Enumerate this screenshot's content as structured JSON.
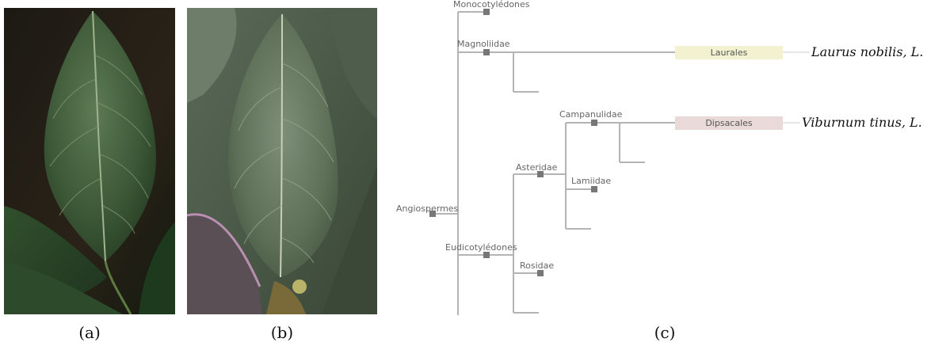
{
  "panels": {
    "a": {
      "caption": "(a)"
    },
    "b": {
      "caption": "(b)"
    },
    "c": {
      "caption": "(c)"
    }
  },
  "tree": {
    "nodes": {
      "angiospermes": "Angiospermes",
      "monocotyledones": "Monocotylédones",
      "magnoliidae": "Magnoliidae",
      "eudicotyledones": "Eudicotylédones",
      "asteridae": "Asteridae",
      "rosidae": "Rosidae",
      "campanulidae": "Campanulidae",
      "lamiidae": "Lamiidae"
    },
    "orders": [
      {
        "label": "Laurales",
        "species": "Laurus nobilis, L.",
        "color": "#f2f2d0"
      },
      {
        "label": "Dipsacales",
        "species": "Viburnum tinus, L.",
        "color": "#ead9d9"
      }
    ]
  },
  "colors": {
    "branch": "#b4b4b4",
    "node": "#777777"
  }
}
